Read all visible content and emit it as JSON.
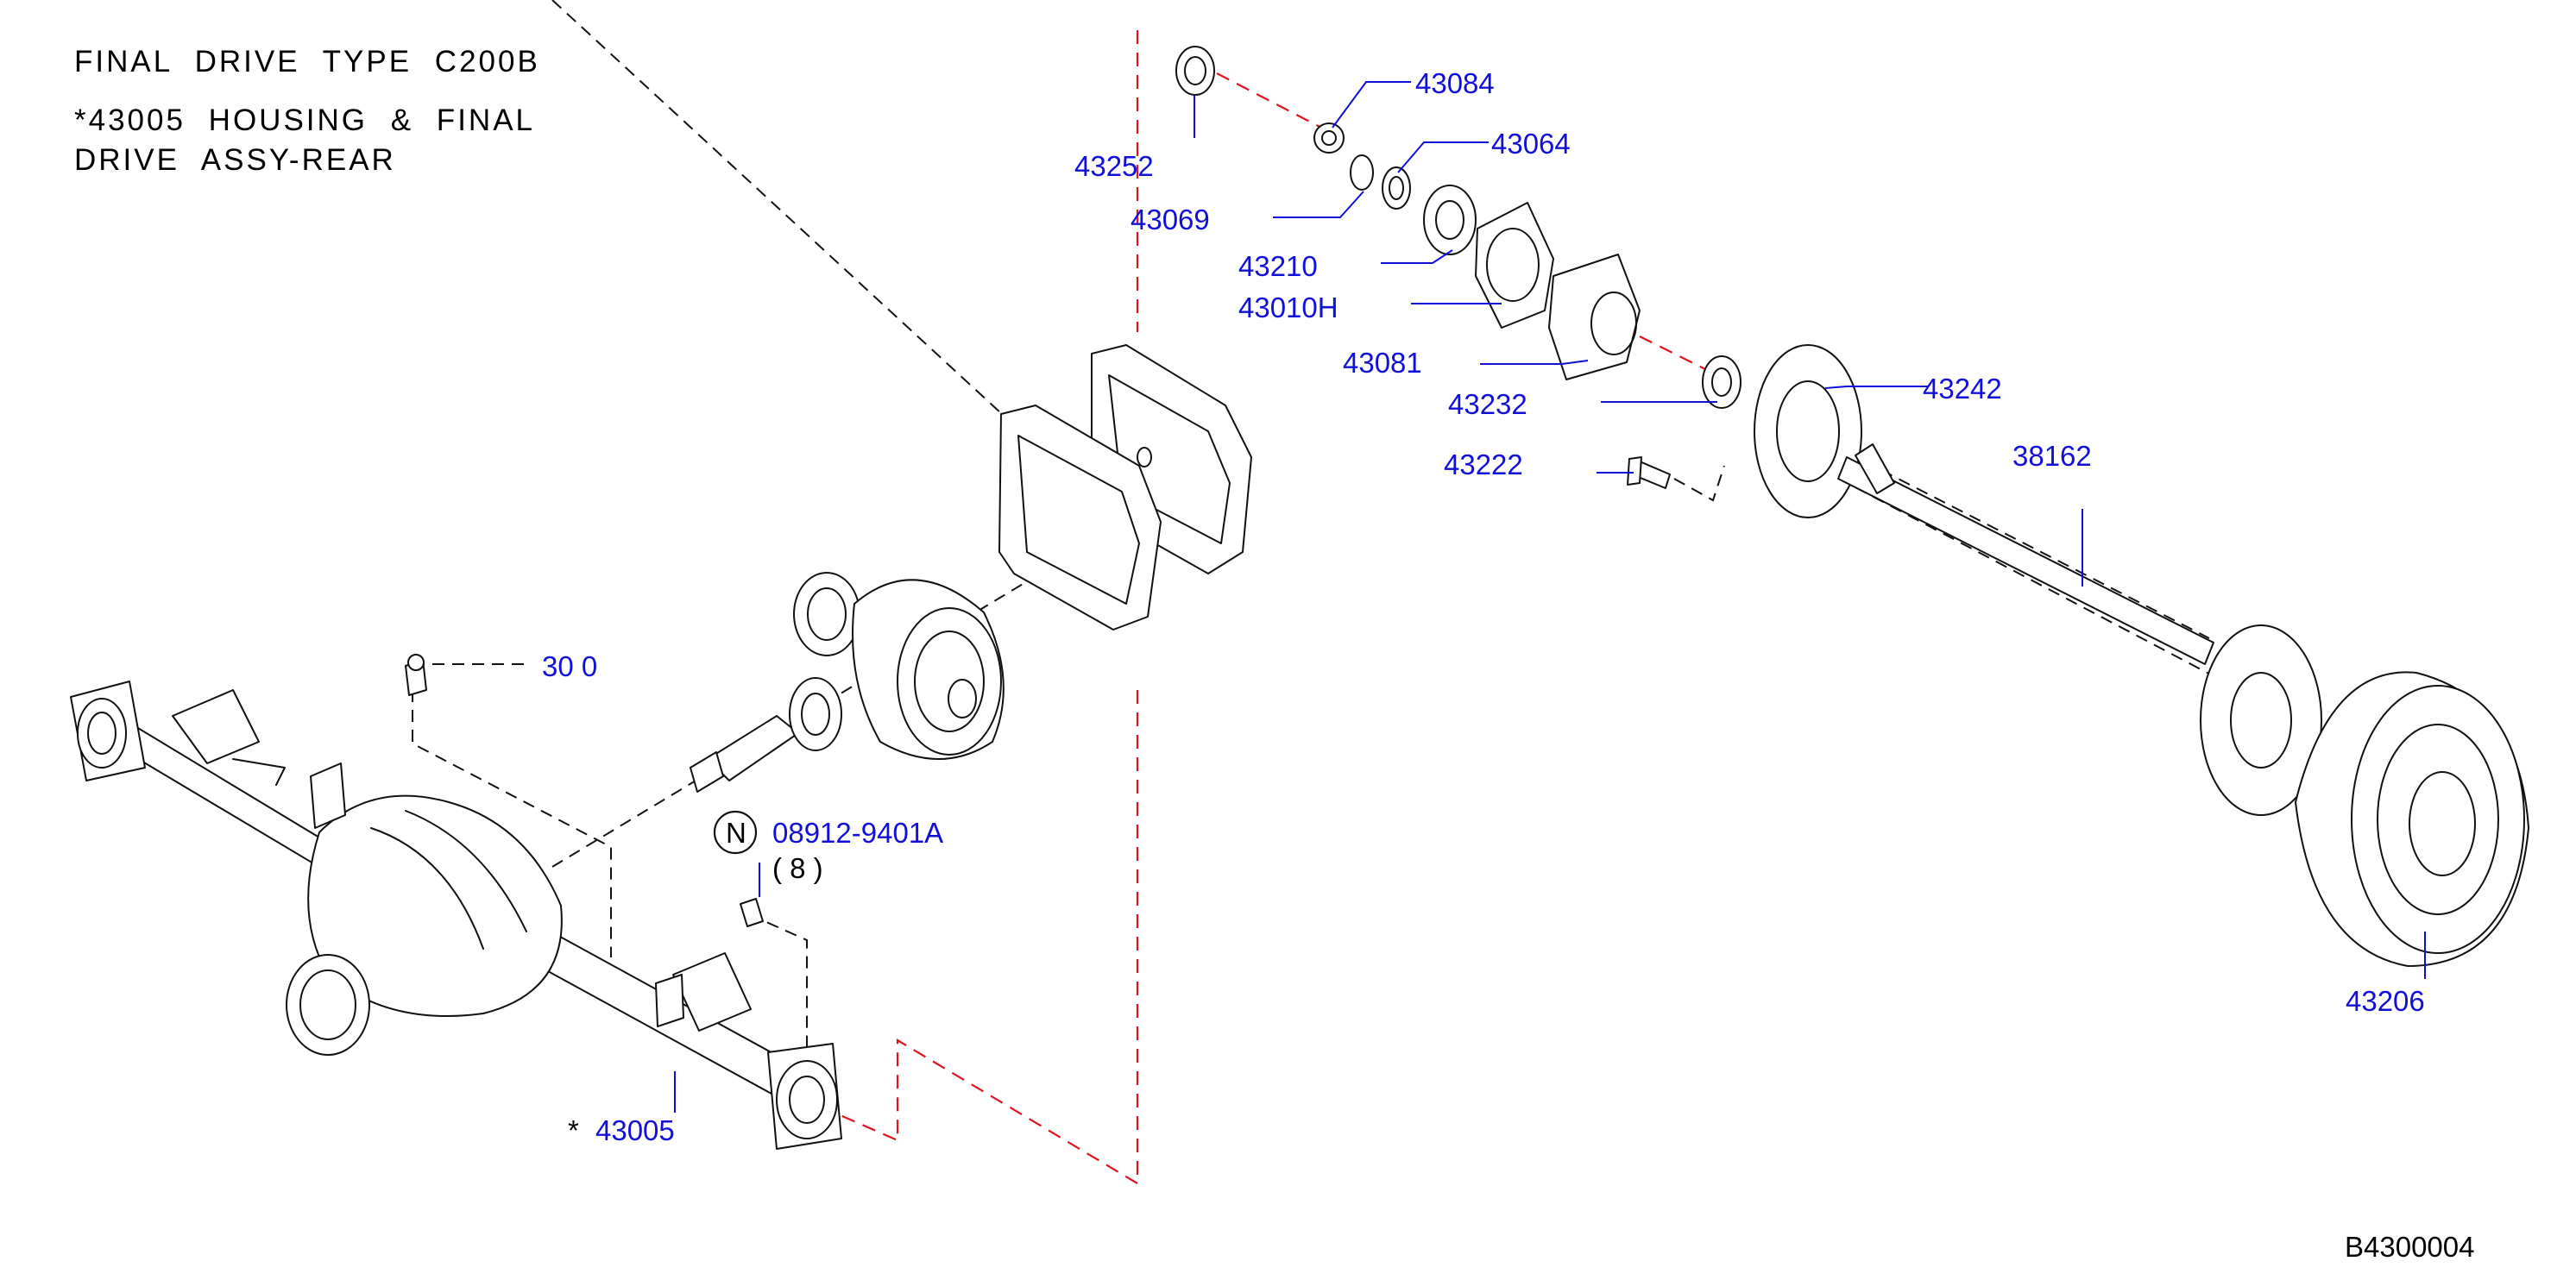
{
  "header": {
    "line1": "FINAL  DRIVE  TYPE  C200B",
    "line2": "*43005  HOUSING  &  FINAL",
    "line3": "DRIVE  ASSY-REAR"
  },
  "parts": {
    "p43084": "43084",
    "p43064": "43064",
    "p43252": "43252",
    "p43069": "43069",
    "p43210": "43210",
    "p43010H": "43010H",
    "p43081": "43081",
    "p43232": "43232",
    "p43242": "43242",
    "p43222": "43222",
    "p38162": "38162",
    "p43206": "43206",
    "p43005": "43005",
    "p08912": "08912-9401A",
    "p_partial": "30  0"
  },
  "annotations": {
    "star": "*",
    "n_badge": "N",
    "qty": "( 8 )"
  },
  "footer": {
    "code": "B4300004"
  },
  "colors": {
    "part_number": "#1010d8",
    "phantom_line": "#e0141e",
    "drawing": "#111111"
  }
}
